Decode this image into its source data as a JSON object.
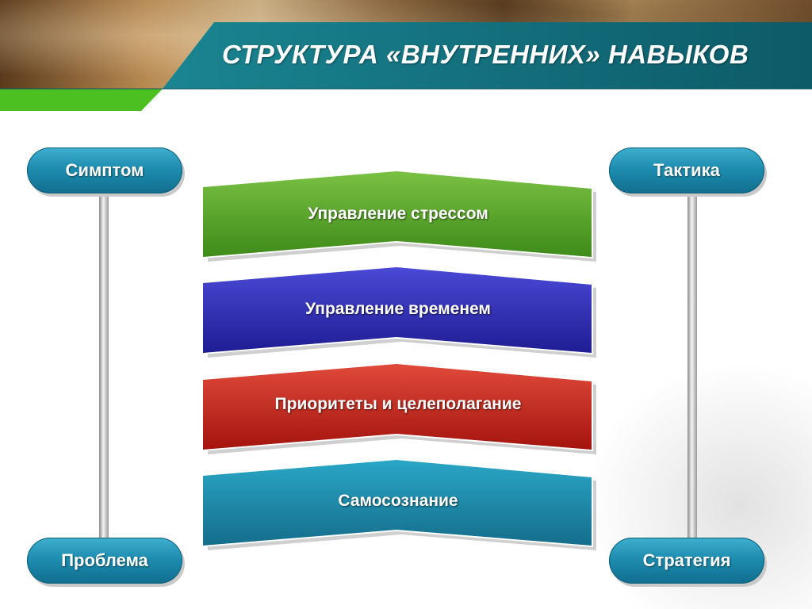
{
  "slide": {
    "title": "СТРУКТУРА «ВНУТРЕННИХ» НАВЫКОВ"
  },
  "left_axis": {
    "top_label": "Симптом",
    "bottom_label": "Проблема"
  },
  "right_axis": {
    "top_label": "Тактика",
    "bottom_label": "Стратегия"
  },
  "layers": [
    {
      "label": "Управление стрессом",
      "color_top": "#7ac143",
      "color_bottom": "#3e8b1a"
    },
    {
      "label": "Управление временем",
      "color_top": "#4a49d6",
      "color_bottom": "#1f1d93"
    },
    {
      "label": "Приоритеты и целеполагание",
      "color_top": "#e04a3a",
      "color_bottom": "#a4140e"
    },
    {
      "label": "Самосознание",
      "color_top": "#2aa6c6",
      "color_bottom": "#146e8b"
    }
  ],
  "colors": {
    "title_band": "#136d7c",
    "accent_green": "#4cc020",
    "pill": "#1e8db0"
  }
}
